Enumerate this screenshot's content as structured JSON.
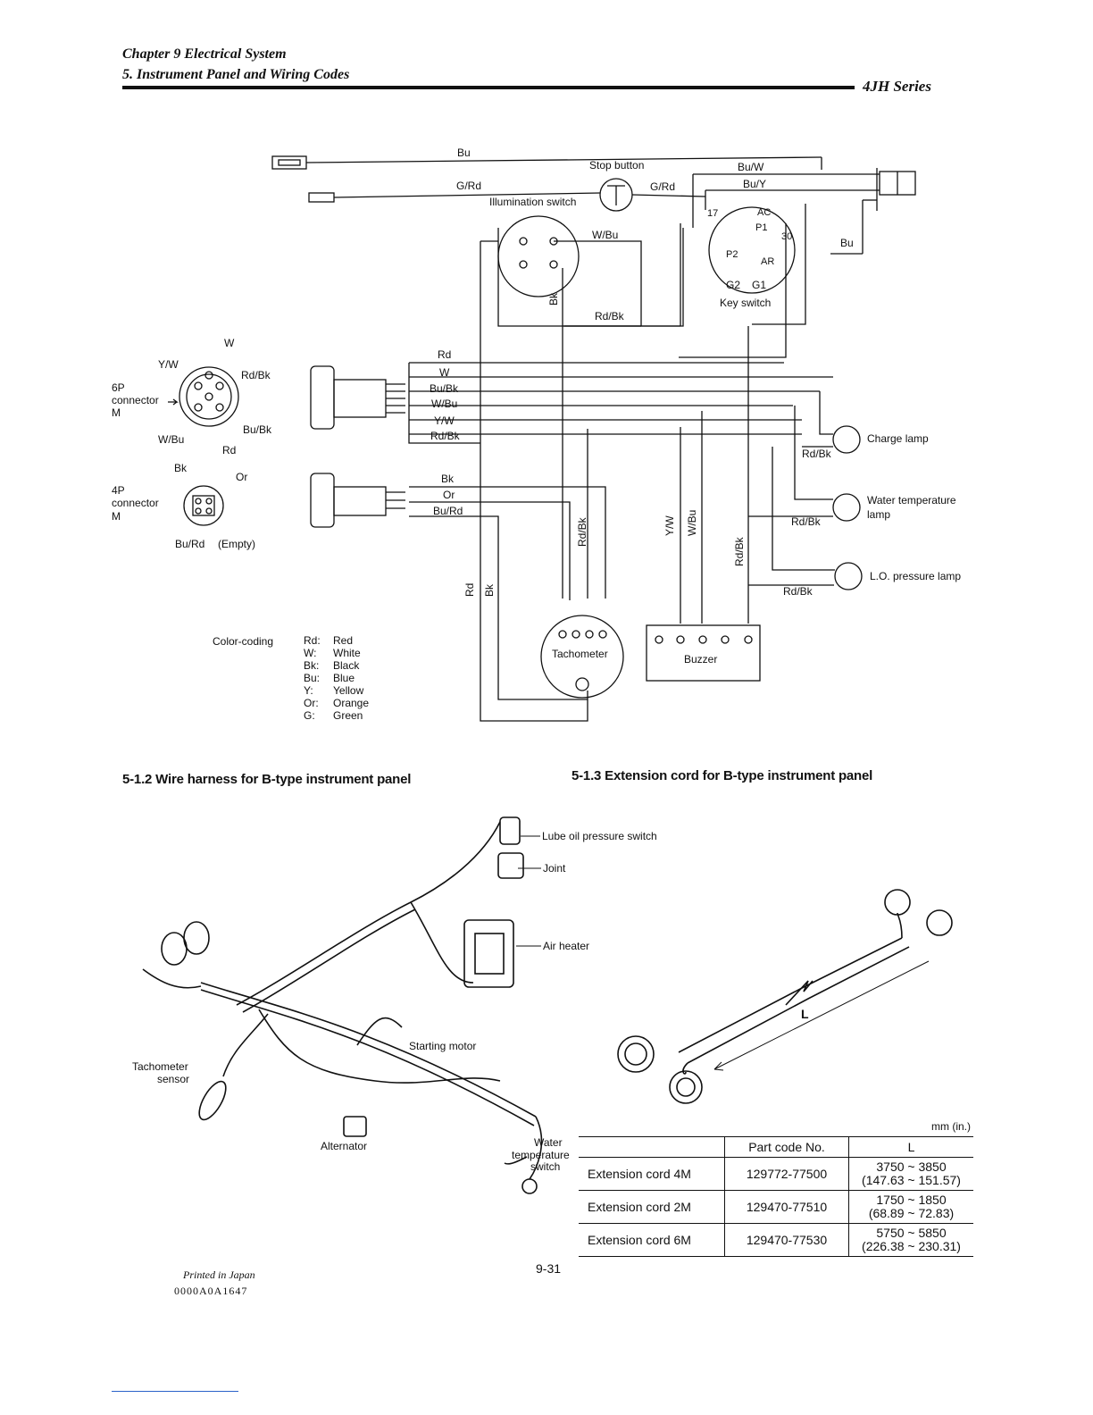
{
  "header": {
    "chapter": "Chapter 9 Electrical System",
    "section": "5. Instrument Panel and Wiring Codes",
    "series": "4JH Series"
  },
  "wiring": {
    "wires_top": [
      "Bu",
      "G/Rd",
      "G/Rd",
      "Bu/W",
      "Bu/Y",
      "Bu",
      "W/Bu",
      "Bk",
      "Rd/Bk"
    ],
    "switches": {
      "stop_button": "Stop button",
      "illumination_switch": "Illumination switch",
      "key_switch": "Key switch",
      "key_terminals": [
        "17",
        "AC",
        "P1",
        "30",
        "P2",
        "AR",
        "G2",
        "G1"
      ]
    },
    "connector_6p": {
      "label": "6P\nconnector",
      "suffix": "M",
      "pins": [
        "W",
        "Y/W",
        "Rd/Bk",
        "W/Bu",
        "Bu/Bk",
        "Rd"
      ],
      "harness_wires": [
        "Rd",
        "W",
        "Bu/Bk",
        "W/Bu",
        "Y/W",
        "Rd/Bk"
      ]
    },
    "connector_4p": {
      "label": "4P\nconnector",
      "suffix": "M",
      "pins": [
        "Bk",
        "Or",
        "Bu/Rd",
        "(Empty)"
      ],
      "harness_wires": [
        "Bk",
        "Or",
        "Bu/Rd"
      ]
    },
    "lamps": [
      {
        "label": "Charge lamp",
        "wire": "Rd/Bk"
      },
      {
        "label": "Water temperature lamp",
        "wire": "Rd/Bk"
      },
      {
        "label": "L.O. pressure lamp",
        "wire": "Rd/Bk"
      }
    ],
    "vertical_labels": [
      "Rd/Bk",
      "Y/W",
      "W/Bu",
      "Rd/Bk",
      "Rd",
      "Bk"
    ],
    "tachometer": "Tachometer",
    "buzzer": "Buzzer",
    "color_coding": {
      "title": "Color-coding",
      "entries": [
        {
          "code": "Rd:",
          "name": "Red"
        },
        {
          "code": "W:",
          "name": "White"
        },
        {
          "code": "Bk:",
          "name": "Black"
        },
        {
          "code": "Bu:",
          "name": "Blue"
        },
        {
          "code": "Y:",
          "name": "Yellow"
        },
        {
          "code": "Or:",
          "name": "Orange"
        },
        {
          "code": "G:",
          "name": "Green"
        }
      ]
    }
  },
  "section_b_harness": {
    "title": "5-1.2 Wire harness for B-type instrument panel",
    "labels": {
      "lube": "Lube oil pressure switch",
      "joint": "Joint",
      "air_heater": "Air heater",
      "starting_motor": "Starting motor",
      "tach_sensor": "Tachometer\nsensor",
      "alternator": "Alternator",
      "water_temp": "Water\ntemperature\nswitch"
    }
  },
  "section_ext_cord": {
    "title": "5-1.3 Extension cord for B-type instrument panel",
    "length_label": "L",
    "units": "mm (in.)",
    "table": {
      "headers": [
        "",
        "Part code No.",
        "L"
      ],
      "rows": [
        {
          "name": "Extension cord 4M",
          "part": "129772-77500",
          "l1": "3750 ~ 3850",
          "l2": "(147.63 ~ 151.57)"
        },
        {
          "name": "Extension cord 2M",
          "part": "129470-77510",
          "l1": "1750 ~ 1850",
          "l2": "(68.89 ~ 72.83)"
        },
        {
          "name": "Extension cord 6M",
          "part": "129470-77530",
          "l1": "5750 ~ 5850",
          "l2": "(226.38 ~ 230.31)"
        }
      ]
    }
  },
  "footer": {
    "printed": "Printed in Japan",
    "code": "0000A0A1647",
    "page": "9-31"
  }
}
